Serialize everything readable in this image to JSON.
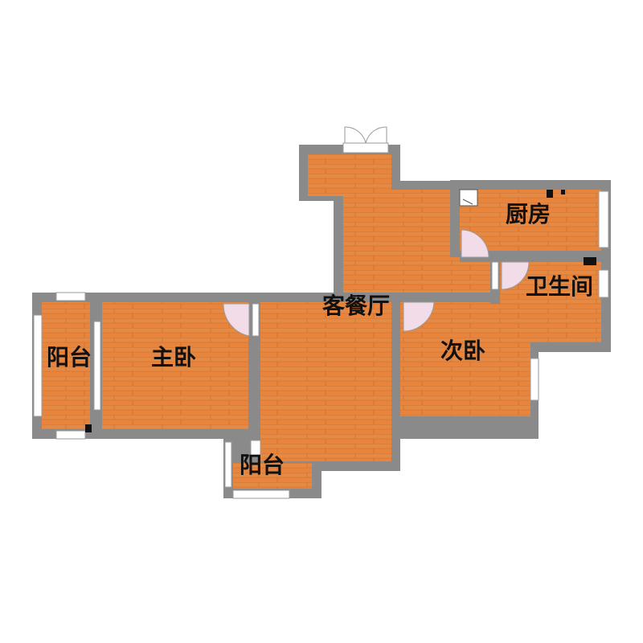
{
  "colors": {
    "floor": "#E8843C",
    "floor_dark": "#D9722F",
    "plank_line": "#C96A2A",
    "wall": "#8A8A8A",
    "window": "#FFFFFF",
    "door_swing": "#F2DCE8",
    "fixture": "#111111"
  },
  "rooms": [
    {
      "id": "living-dining",
      "label": "客餐厅"
    },
    {
      "id": "master-bedroom",
      "label": "主卧"
    },
    {
      "id": "second-bedroom",
      "label": "次卧"
    },
    {
      "id": "kitchen",
      "label": "厨房"
    },
    {
      "id": "bathroom",
      "label": "卫生间"
    },
    {
      "id": "balcony-west",
      "label": "阳台"
    },
    {
      "id": "balcony-south",
      "label": "阳台"
    }
  ]
}
